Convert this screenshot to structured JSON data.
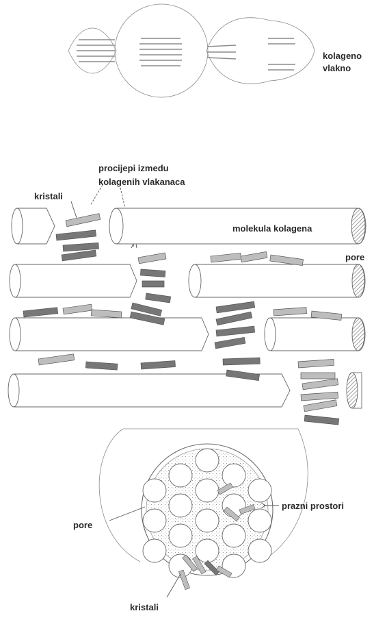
{
  "labels": {
    "fiber": [
      "kolageno",
      "vlakno"
    ],
    "gaps": [
      "procijepi izmedu",
      "kolagenih vlakanaca"
    ],
    "crystals_top": "kristali",
    "molecule": "molekula kolagena",
    "pore_top": "pore",
    "pore_bottom": "pore",
    "empty_spaces": "prazni prostori",
    "crystals_bottom": "kristali"
  },
  "colors": {
    "line": "#555555",
    "crystal_dark": "#777777",
    "crystal_light": "#bdbdbd",
    "pore_hatch": "#888888"
  }
}
